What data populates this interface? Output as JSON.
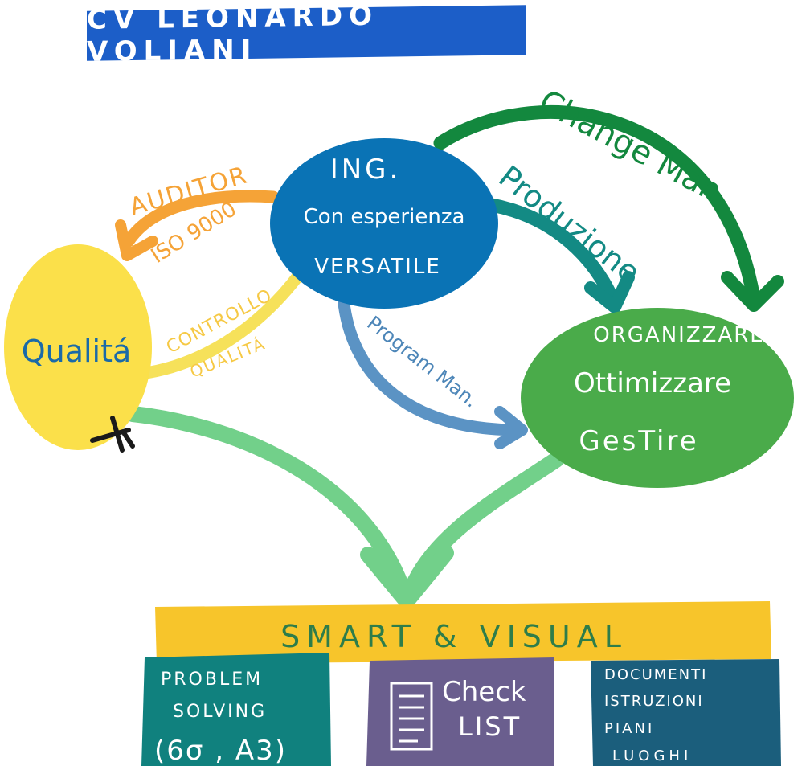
{
  "title": "CV LEONARDO VOLIANI",
  "nodes": {
    "ing": {
      "line1": "ING.",
      "line2": "Con esperienza",
      "line3": "VERSATILE"
    },
    "qualita": {
      "label": "Qualitá"
    },
    "organizzare": {
      "line1": "ORGANIZZARE",
      "line2": "Ottimizzare",
      "line3": "GesTire"
    }
  },
  "arrows": {
    "change": "Change Man.",
    "produzione": "Produzione",
    "auditor": "AUDITOR",
    "iso": "ISO 9000",
    "controllo": "CONTROLLO",
    "qualita_arrow": "QUALITÁ",
    "program": "Program Man."
  },
  "smart": {
    "label": "SMART & VISUAL"
  },
  "boxes": {
    "problem": {
      "line1": "PROBLEM",
      "line2": "SOLVING",
      "line3": "(6σ , A3)"
    },
    "check": {
      "line1": "Check",
      "line2": "LIST"
    },
    "documenti": {
      "line1": "DOCUMENTI",
      "line2": "ISTRUZIONI",
      "line3": "PIANI",
      "line4": "LUOGHI"
    }
  },
  "colors": {
    "title_bg": "#1c5ec8",
    "ing": "#0a73b5",
    "qualita": "#fbe04a",
    "organizzare": "#4aab4a",
    "change_arrow": "#13883e",
    "produzione_arrow": "#138a84",
    "auditor_arrow": "#f5a337",
    "controllo_arrow": "#f6e15a",
    "program_arrow": "#5b93c4",
    "converge_arrow": "#72d08a",
    "smart_bar": "#f7c52b",
    "box_problem": "#10817e",
    "box_check": "#6a5e8e",
    "box_documenti": "#1b5e7c"
  }
}
